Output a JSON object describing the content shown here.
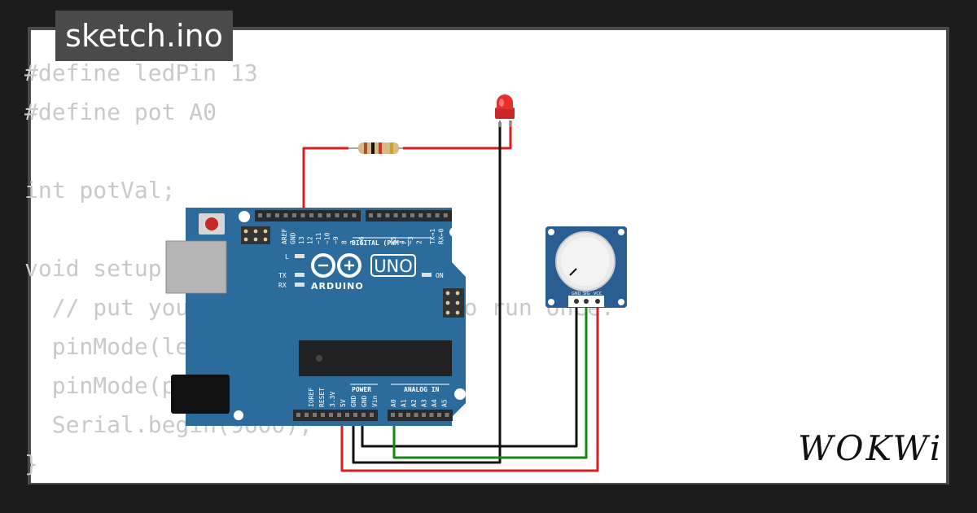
{
  "title": "sketch.ino",
  "brand": "WOKWi",
  "code_lines": [
    "#define ledPin 13",
    "#define pot A0",
    "",
    "int potVal;",
    "",
    "void setup() {",
    "  // put your setup code here, to run once:",
    "  pinMode(ledPin, OUTPUT);",
    "  pinMode(pot, INPUT);",
    "  Serial.begin(9600);",
    "}"
  ],
  "board": {
    "model": "UNO",
    "brand": "ARDUINO",
    "digital_header_label": "DIGITAL (PWM ~)",
    "power_label": "POWER",
    "analog_label": "ANALOG IN",
    "on_label": "ON",
    "led_labels": [
      "L",
      "TX",
      "RX"
    ],
    "digital_pins": [
      "AREF",
      "GND",
      "13",
      "12",
      "~11",
      "~10",
      "~9",
      "8",
      "7",
      "~6",
      "~5",
      "4",
      "~3",
      "2",
      "TX→1",
      "RX←0"
    ],
    "power_pins": [
      "IOREF",
      "RESET",
      "3.3V",
      "5V",
      "GND",
      "GND",
      "Vin"
    ],
    "analog_pins": [
      "A0",
      "A1",
      "A2",
      "A3",
      "A4",
      "A5"
    ]
  },
  "potentiometer": {
    "pin_labels": [
      "GND",
      "SIG",
      "VCC"
    ]
  },
  "colors": {
    "background": "#1c1c1c",
    "board": "#2b6c9c",
    "wire_red": "#d81e1e",
    "wire_green": "#128a12",
    "wire_black": "#111111",
    "led": "#e53030"
  }
}
